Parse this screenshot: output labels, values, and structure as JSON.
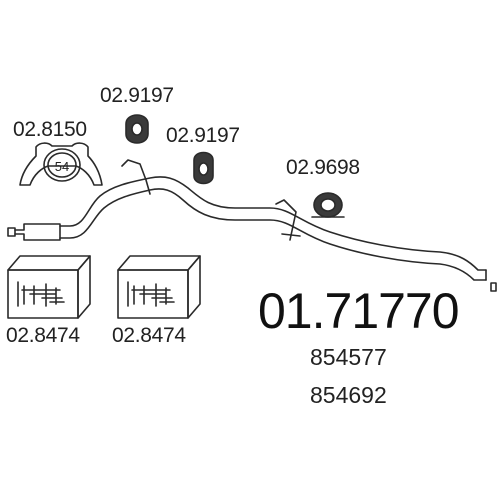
{
  "parts": {
    "gasket_code": "02.8150",
    "gasket_badge": "54",
    "hanger_a_code": "02.9197",
    "hanger_b_code": "02.9197",
    "rubber_mount_code": "02.9698",
    "box_left_code": "02.8474",
    "box_right_code": "02.8474"
  },
  "main": {
    "part_number": "01.71770",
    "oem_refs": [
      "854577",
      "854692"
    ]
  },
  "colors": {
    "line": "#2a2a2a",
    "text": "#222222",
    "background": "#ffffff"
  }
}
